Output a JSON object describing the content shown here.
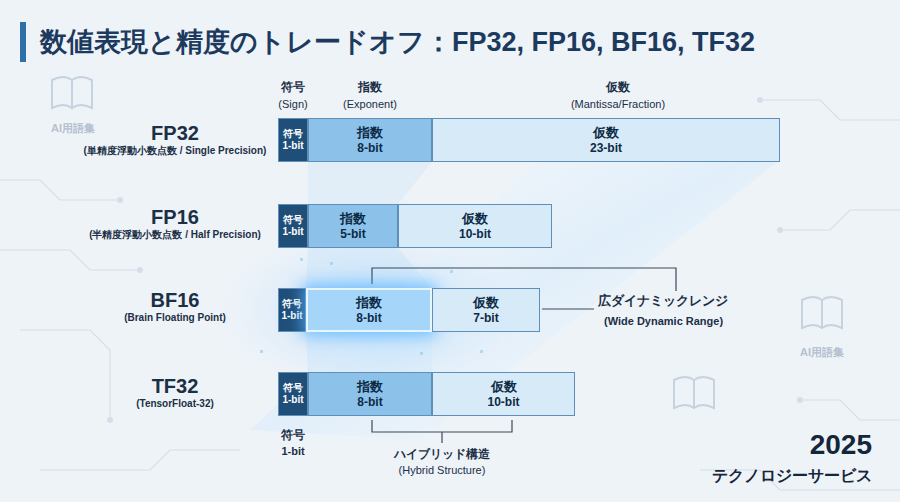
{
  "diagram": {
    "title": "数値表現と精度のトレードオフ：FP32, FP16, BF16, TF32",
    "nodes": [
      {
        "text": [
          "符号",
          "1-bit"
        ]
      },
      {
        "text": [
          "指数",
          "8-bit"
        ]
      },
      {
        "text": [
          "仮数",
          "23-bit"
        ]
      },
      {
        "text": [
          "符号",
          "1-bit"
        ]
      },
      {
        "text": [
          "指数",
          "5-bit"
        ]
      },
      {
        "text": [
          "仮数",
          "10-bit"
        ]
      },
      {
        "text": [
          "符号",
          "1-bit"
        ]
      },
      {
        "text": [
          "指数",
          "8-bit"
        ]
      },
      {
        "text": [
          "仮数",
          "7-bit"
        ]
      },
      {
        "text": [
          "符号",
          "1-bit"
        ]
      },
      {
        "text": [
          "指数",
          "8-bit"
        ]
      },
      {
        "text": [
          "仮数",
          "10-bit"
        ]
      }
    ],
    "labels": [
      "符号",
      "(Sign)",
      "指数",
      "(Exponent)",
      "仮数",
      "(Mantissa/Fraction)",
      "AI用語集",
      "FP32",
      "(単精度浮動小数点数 / Single Precision)",
      "FP16",
      "(半精度浮動小数点数 / Half Precision)",
      "BF16",
      "(Brain Floating Point)",
      "広ダイナミックレンジ",
      "(Wide Dynamic Range)",
      "AI用語集",
      "TF32",
      "(TensorFloat-32)",
      "符号",
      "1-bit",
      "ハイブリッド構造",
      "(Hybrid Structure)",
      "2025",
      "テクノロジーサービス"
    ]
  }
}
